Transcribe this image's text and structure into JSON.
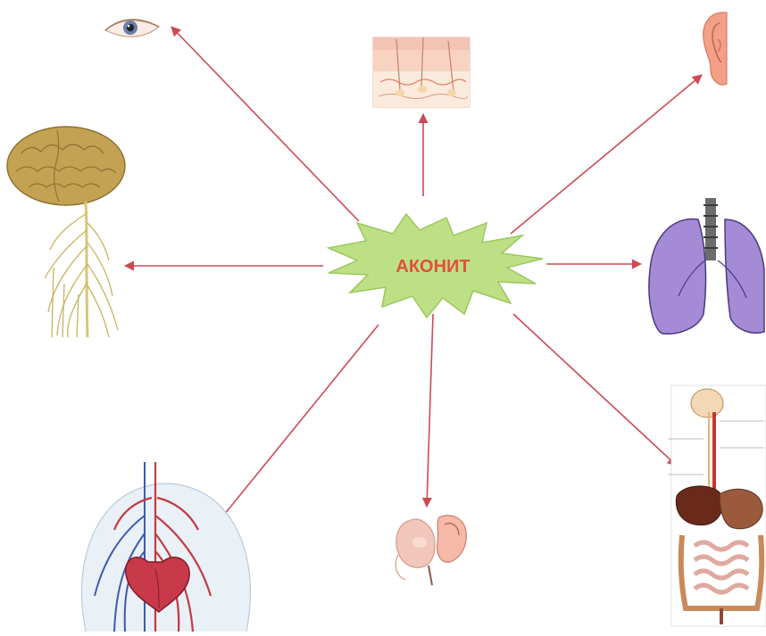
{
  "center": {
    "label": "АКОНИТ",
    "label_color": "#e0503c",
    "burst_fill": "#bde084",
    "burst_stroke": "#9cc760"
  },
  "arrow_color": "#cc4a55",
  "targets": [
    {
      "id": "eye",
      "icon": "eye-icon"
    },
    {
      "id": "skin",
      "icon": "skin-icon"
    },
    {
      "id": "ear",
      "icon": "ear-icon"
    },
    {
      "id": "nervous-system",
      "icon": "brain-nervous-system-icon"
    },
    {
      "id": "lungs",
      "icon": "lungs-icon"
    },
    {
      "id": "circulatory-system",
      "icon": "heart-circulatory-icon"
    },
    {
      "id": "reproductive-organs",
      "icon": "reproductive-organs-icon"
    },
    {
      "id": "digestive-system",
      "icon": "digestive-system-icon"
    }
  ]
}
